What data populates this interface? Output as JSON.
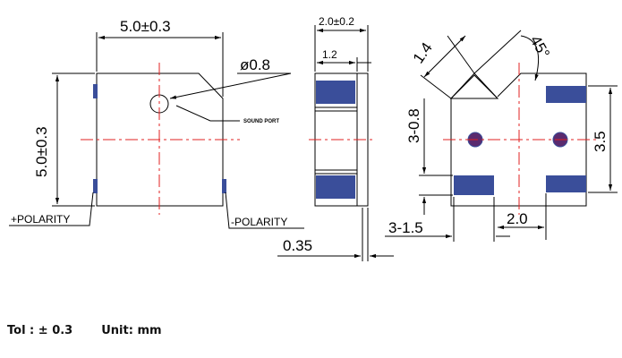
{
  "colors": {
    "line": "#000000",
    "center_line": "#e02020",
    "pad_fill": "#3a4e9a",
    "pad_dot": "#ffffff",
    "dot": "#5a2a6e"
  },
  "front_view": {
    "width_dim": "5.0±0.3",
    "height_dim": "5.0±0.3",
    "hole_dim": "ø0.8",
    "sound_port_label": "SOUND PORT",
    "plus_polarity": "+POLARITY",
    "minus_polarity": "-POLARITY"
  },
  "side_view": {
    "thickness_dim": "2.0±0.2",
    "top_dim": "1.2",
    "bottom_dim": "0.35"
  },
  "bottom_view": {
    "chamfer_dim": "1.4",
    "angle_dim": "45°",
    "pad_height_dim": "3-0.8",
    "pad_width_dim": "3-1.5",
    "pad_pitch_dim": "2.0",
    "pad_span_dim": "3.5"
  },
  "footer": {
    "tolerance": "Tol : ± 0.3",
    "unit": "Unit: mm"
  }
}
